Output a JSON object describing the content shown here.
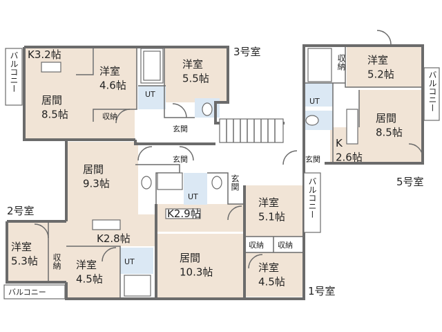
{
  "units": {
    "u1": "1号室",
    "u2": "2号室",
    "u3": "3号室",
    "u5": "5号室"
  },
  "rooms": {
    "k32": "K3.2帖",
    "youshitsu_46": "洋室\n4.6帖",
    "youshitsu_55": "洋室\n5.5帖",
    "ima_85_left": "居間\n8.5帖",
    "shuno_a": "収納",
    "genkan_a": "玄関",
    "genkan_b": "玄関",
    "ut_a": "UT",
    "ima_93": "居間\n9.3帖",
    "ut_b": "UT",
    "genkan_c": "玄関",
    "k29": "K2.9帖",
    "youshitsu_51": "洋室\n5.1帖",
    "k28": "K2.8帖",
    "youshitsu_53": "洋室\n5.3帖",
    "shuno_b": "収納",
    "youshitsu_45_left": "洋室\n4.5帖",
    "ut_c": "UT",
    "ima_103": "居間\n10.3帖",
    "shuno_c": "収納",
    "shuno_d": "収納",
    "youshitsu_45_right": "洋室\n4.5帖",
    "youshitsu_52": "洋室\n5.2帖",
    "shuno_e": "収納",
    "ut_d": "UT",
    "ima_85_right": "居間\n8.5帖",
    "k26": "K\n2.6帖",
    "genkan_d": "玄関"
  },
  "balconies": {
    "left_top": "バルコニー",
    "right_top": "バルコニー",
    "middle": "バルコニー",
    "bottom_left": "バルコニー"
  },
  "colors": {
    "room_floor": "#f1e4d6",
    "wet_area": "#dbe8f4",
    "wall": "#6b6b6b"
  }
}
